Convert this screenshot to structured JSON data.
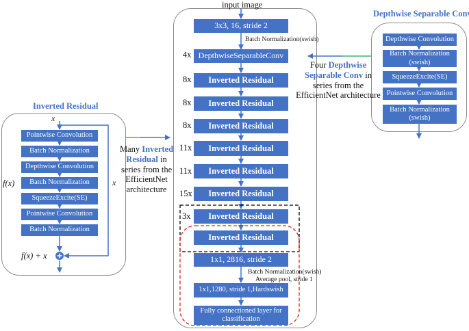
{
  "center": {
    "input_label": "input image",
    "stem": "3x3, 16, stride 2",
    "stem_note": "Batch Normalization(swish)",
    "stages": [
      {
        "mult": "4x",
        "label": "DepthwiseSeparableConv"
      },
      {
        "mult": "8x",
        "label": "Inverted Residual"
      },
      {
        "mult": "8x",
        "label": "Inverted Residual"
      },
      {
        "mult": "8x",
        "label": "Inverted Residual"
      },
      {
        "mult": "11x",
        "label": "Inverted Residual"
      },
      {
        "mult": "11x",
        "label": "Inverted Residual"
      },
      {
        "mult": "15x",
        "label": "Inverted Residual"
      },
      {
        "mult": "3x",
        "label": "Inverted Residual"
      },
      {
        "mult": "",
        "label": "Inverted Residual"
      }
    ],
    "conv_head": "1x1, 2816, stride 2",
    "head_note_1": "Batch Normalization(swish)",
    "head_note_2": "Average pool, stride 1",
    "pw": "1x1,1280, stride 1,Hardswish",
    "fc": "Fully connectioned layer for classification"
  },
  "left": {
    "title": "Inverted Residual",
    "input_var": "x",
    "skip_var": "x",
    "fx_label": "f(x)",
    "sum_label": "f(x) + x",
    "blocks": [
      "Pointwise Convolution",
      "Batch Normalization",
      "Depthwise Convolution",
      "Batch Normalization",
      "SqueezeExcite(SE)",
      "Pointwise Convolution",
      "Batch Normalization"
    ],
    "annotation": {
      "pre": "Many",
      "highlight": "Inverted Residual",
      "post": "in series from the EfficientNet architecture"
    }
  },
  "right": {
    "title": "Depthwise Separable Conv",
    "blocks": [
      "Depthwise Convolution",
      "Batch Normalization (swish)",
      "SqueezeExcite(SE)",
      "Pointwise Convolution",
      "Batch Normalization (swish)"
    ],
    "annotation": {
      "pre": "Four",
      "highlight": "Depthwise Separable Conv",
      "post": "in series from the EfficientNet architecture"
    }
  },
  "colors": {
    "block": "#4472c4",
    "title": "#4472c4",
    "connector": "#3cb371",
    "group_black": "#000000",
    "group_red": "#e02020"
  }
}
